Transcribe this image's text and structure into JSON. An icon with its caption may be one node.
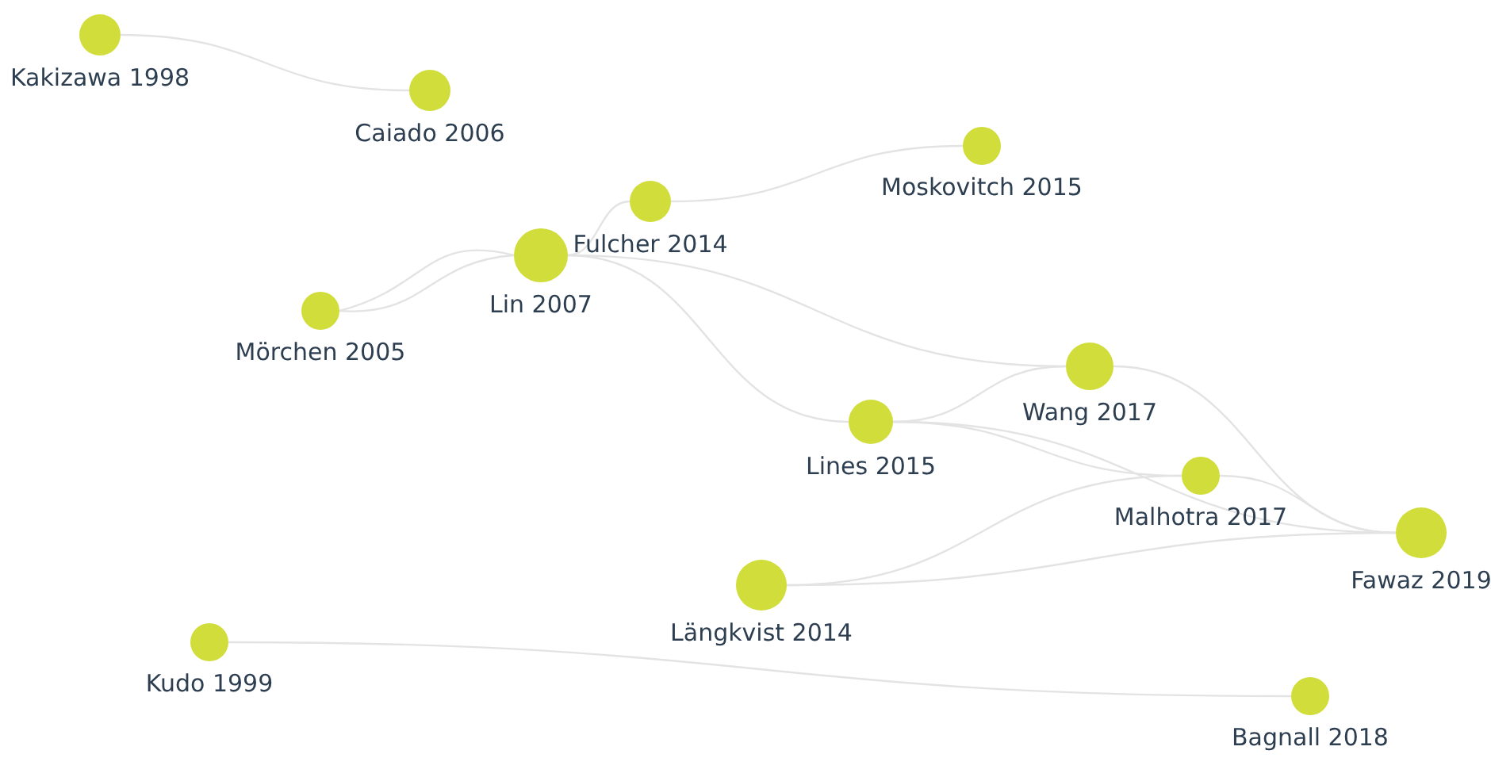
{
  "diagram": {
    "nodes": [
      {
        "text": [
          "Kakizawa 1998"
        ]
      },
      {
        "text": [
          "Caiado 2006"
        ]
      },
      {
        "text": [
          "Moskovitch 2015"
        ]
      },
      {
        "text": [
          "Fulcher 2014"
        ]
      },
      {
        "text": [
          "Lin 2007"
        ]
      },
      {
        "text": [
          "Mörchen 2005"
        ]
      },
      {
        "text": [
          "Wang 2017"
        ]
      },
      {
        "text": [
          "Lines 2015"
        ]
      },
      {
        "text": [
          "Malhotra 2017"
        ]
      },
      {
        "text": [
          "Fawaz 2019"
        ]
      },
      {
        "text": [
          "Längkvist 2014"
        ]
      },
      {
        "text": [
          "Kudo 1999"
        ]
      },
      {
        "text": [
          "Bagnall 2018"
        ]
      }
    ],
    "edges": [
      {
        "from": 0,
        "to": 1,
        "arrow": "none"
      },
      {
        "from": 3,
        "to": 2,
        "arrow": "none"
      },
      {
        "from": 5,
        "to": 4,
        "arrow": "none"
      },
      {
        "from": 5,
        "to": 4,
        "arrow": "none"
      },
      {
        "from": 4,
        "to": 3,
        "arrow": "none"
      },
      {
        "from": 4,
        "to": 6,
        "arrow": "none"
      },
      {
        "from": 4,
        "to": 7,
        "arrow": "none"
      },
      {
        "from": 7,
        "to": 6,
        "arrow": "none"
      },
      {
        "from": 7,
        "to": 8,
        "arrow": "none"
      },
      {
        "from": 7,
        "to": 9,
        "arrow": "none"
      },
      {
        "from": 6,
        "to": 9,
        "arrow": "none"
      },
      {
        "from": 8,
        "to": 9,
        "arrow": "none"
      },
      {
        "from": 10,
        "to": 8,
        "arrow": "none"
      },
      {
        "from": 10,
        "to": 9,
        "arrow": "none"
      },
      {
        "from": 11,
        "to": 12,
        "arrow": "none"
      }
    ]
  }
}
